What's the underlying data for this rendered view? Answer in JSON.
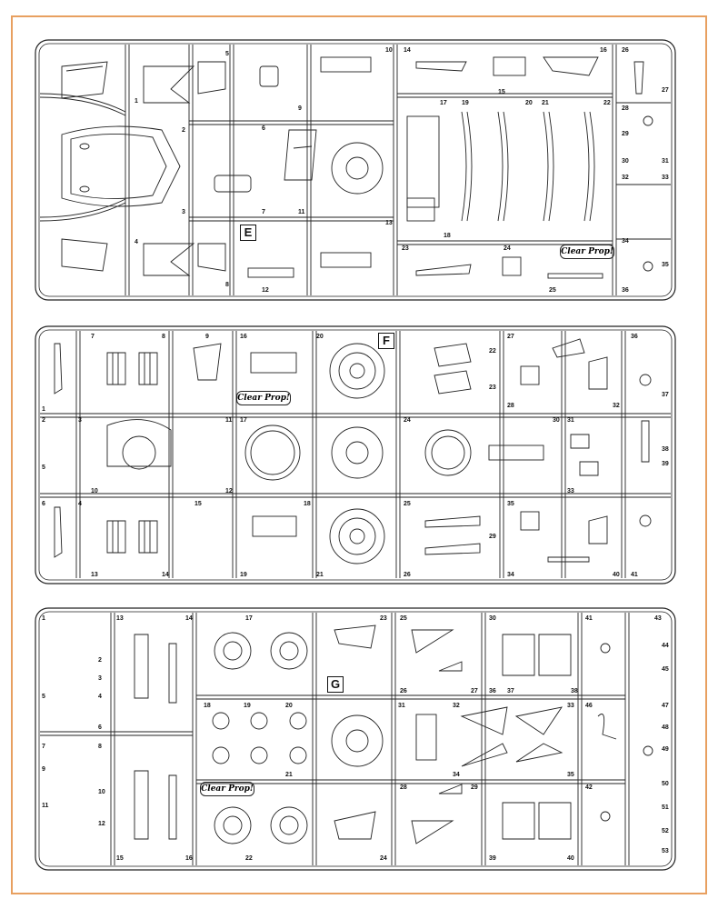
{
  "colors": {
    "frame_border": "#e8a060",
    "line": "#222222",
    "background": "#ffffff"
  },
  "logo_text": "Clear Prop!",
  "sprues": [
    {
      "letter": "E",
      "numbers": [
        "1",
        "2",
        "3",
        "4",
        "5",
        "6",
        "7",
        "8",
        "9",
        "10",
        "11",
        "12",
        "13",
        "14",
        "15",
        "16",
        "17",
        "18",
        "19",
        "20",
        "21",
        "22",
        "23",
        "24",
        "25",
        "26",
        "27",
        "28",
        "29",
        "30",
        "31",
        "32",
        "33",
        "34",
        "35",
        "36"
      ]
    },
    {
      "letter": "F",
      "numbers": [
        "1",
        "2",
        "3",
        "4",
        "5",
        "6",
        "7",
        "8",
        "9",
        "10",
        "11",
        "12",
        "13",
        "14",
        "15",
        "16",
        "17",
        "18",
        "19",
        "20",
        "21",
        "22",
        "23",
        "24",
        "25",
        "26",
        "27",
        "28",
        "29",
        "30",
        "31",
        "32",
        "33",
        "34",
        "35",
        "36",
        "37",
        "38",
        "39",
        "40",
        "41"
      ]
    },
    {
      "letter": "G",
      "numbers": [
        "1",
        "2",
        "3",
        "4",
        "5",
        "6",
        "7",
        "8",
        "9",
        "10",
        "11",
        "12",
        "13",
        "14",
        "15",
        "16",
        "17",
        "18",
        "19",
        "20",
        "21",
        "22",
        "23",
        "24",
        "25",
        "26",
        "27",
        "28",
        "29",
        "30",
        "31",
        "32",
        "33",
        "34",
        "35",
        "36",
        "37",
        "38",
        "39",
        "40",
        "41",
        "42",
        "43",
        "44",
        "45",
        "46",
        "47",
        "48",
        "49",
        "50",
        "51",
        "52",
        "53"
      ]
    }
  ]
}
